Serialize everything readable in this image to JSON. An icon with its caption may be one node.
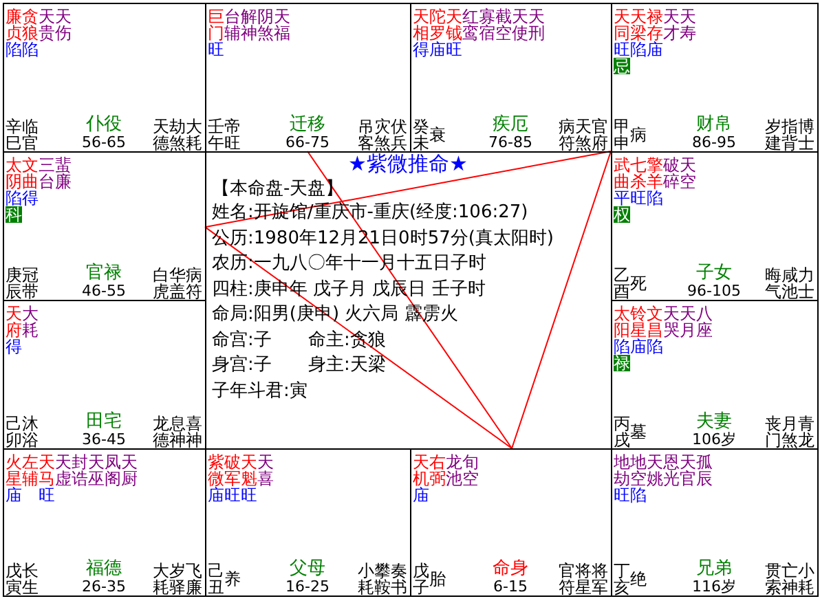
{
  "diagram": {
    "title": "★紫微推命★",
    "nodes": [
      {
        "text": [
          "廉贞",
          "贪狼",
          "天贵",
          "天伤",
          "陷陷",
          "辛巳",
          "临官",
          "仆役",
          "56-65",
          "天德",
          "劫煞",
          "大耗"
        ]
      },
      {
        "text": [
          "巨门",
          "台辅",
          "解神",
          "阴煞",
          "天福",
          "旺",
          "壬午",
          "帝旺",
          "迁移",
          "66-75",
          "吊客",
          "灾煞",
          "伏兵"
        ]
      },
      {
        "text": [
          "天相",
          "陀罗",
          "天钺",
          "红鸾",
          "寡宿",
          "截空",
          "天使",
          "天刑",
          "得庙旺",
          "癸未",
          "衰",
          "疾厄",
          "76-85",
          "病符",
          "天煞",
          "官府"
        ]
      },
      {
        "text": [
          "天同",
          "天梁",
          "禄存",
          "天才",
          "天寿",
          "旺陷庙",
          "忌",
          "甲申",
          "病",
          "财帛",
          "86-95",
          "岁建",
          "指背",
          "博士"
        ]
      },
      {
        "text": [
          "太阴",
          "文曲",
          "三台",
          "蜚廉",
          "陷得",
          "科",
          "庚辰",
          "冠带",
          "官禄",
          "46-55",
          "白虎",
          "华盖",
          "病符"
        ]
      },
      {
        "text": [
          "武曲",
          "七杀",
          "擎羊",
          "破碎",
          "天空",
          "平旺陷",
          "权",
          "乙酉",
          "死",
          "子女",
          "96-105",
          "晦气",
          "咸池",
          "力士"
        ]
      },
      {
        "text": [
          "天府",
          "大耗",
          "得",
          "己卯",
          "沐浴",
          "田宅",
          "36-45",
          "龙德",
          "息神",
          "喜神"
        ]
      },
      {
        "text": [
          "太阳",
          "铃星",
          "文昌",
          "天哭",
          "天月",
          "八座",
          "陷庙陷",
          "禄",
          "丙戌",
          "墓",
          "夫妻",
          "106岁",
          "丧门",
          "月煞",
          "青龙"
        ]
      },
      {
        "text": [
          "火星",
          "左辅",
          "天马",
          "天虚",
          "封诰",
          "天巫",
          "凤阁",
          "天厨",
          "庙　旺",
          "戊寅",
          "长生",
          "福德",
          "26-35",
          "大耗",
          "岁驿",
          "飞廉"
        ]
      },
      {
        "text": [
          "紫微",
          "破军",
          "天魁",
          "天喜",
          "庙旺旺",
          "己丑",
          "养",
          "父母",
          "16-25",
          "小耗",
          "攀鞍",
          "奏书"
        ]
      },
      {
        "text": [
          "天机",
          "右弼",
          "龙池",
          "旬空",
          "庙",
          "戊子",
          "胎",
          "命身",
          "6-15",
          "官符",
          "将星",
          "将军"
        ]
      },
      {
        "text": [
          "地劫",
          "地空",
          "天姚",
          "恩光",
          "天官",
          "孤辰",
          "旺陷",
          "丁亥",
          "绝",
          "兄弟",
          "116岁",
          "贯索",
          "亡神",
          "小耗"
        ]
      }
    ],
    "edges": [
      {
        "from": 10,
        "to": 1,
        "arrow": "none",
        "color": "#ff0000"
      },
      {
        "from": 10,
        "to": 4,
        "arrow": "none",
        "color": "#ff0000"
      },
      {
        "from": 10,
        "to": 3,
        "arrow": "none",
        "color": "#ff0000"
      },
      {
        "from": 4,
        "to": 3,
        "arrow": "none",
        "color": "#ff0000"
      }
    ],
    "labels": [
      "【本命盘-天盘】",
      "姓名:开旋馆/重庆市-重庆(经度:106:27)",
      "公历:1980年12月21日0时57分(真太阳时)",
      "农历:一九八〇年十一月十五日子时",
      "四柱:庚申年 戊子月 戊辰日 壬子时",
      "命局:阳男(庚申) 火六局 霹雳火",
      "命宫:子",
      "命主:贪狼",
      "身宫:子",
      "身主:天梁",
      "子年斗君:寅"
    ]
  }
}
